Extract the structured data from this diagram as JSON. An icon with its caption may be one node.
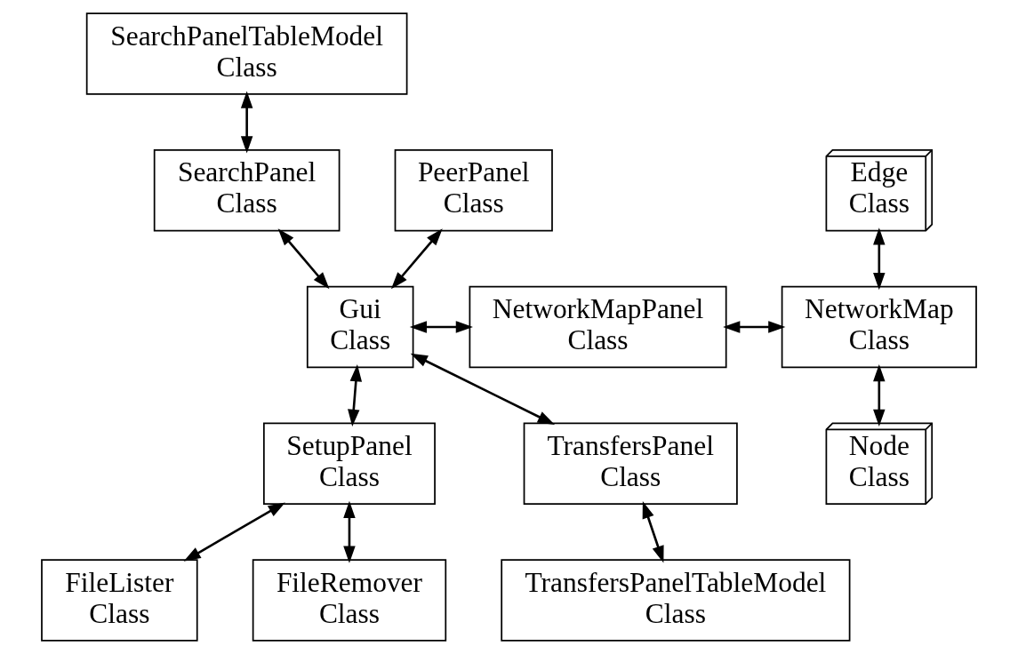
{
  "diagram": {
    "nodes": [
      {
        "text": [
          "SearchPanelTableModel Class"
        ]
      },
      {
        "text": [
          "PeerPanel Class"
        ]
      },
      {
        "text": [
          "SearchPanel Class"
        ]
      },
      {
        "text": [
          "Edge Class"
        ]
      },
      {
        "text": [
          "Gui Class"
        ]
      },
      {
        "text": [
          "NetworkMapPanel Class"
        ]
      },
      {
        "text": [
          "NetworkMap Class"
        ]
      },
      {
        "text": [
          "Node Class"
        ]
      },
      {
        "text": [
          "SetupPanel Class"
        ]
      },
      {
        "text": [
          "TransfersPanel Class"
        ]
      },
      {
        "text": [
          "FileLister Class"
        ]
      },
      {
        "text": [
          "FileRemover Class"
        ]
      },
      {
        "text": [
          "TransfersPanelTableModel Class"
        ]
      }
    ],
    "edges": [
      {
        "from": 0,
        "to": 2,
        "arrow": "both"
      },
      {
        "from": 1,
        "to": 4,
        "arrow": "both"
      },
      {
        "from": 2,
        "to": 4,
        "arrow": "both"
      },
      {
        "from": 4,
        "to": 5,
        "arrow": "both"
      },
      {
        "from": 5,
        "to": 6,
        "arrow": "both"
      },
      {
        "from": 6,
        "to": 3,
        "arrow": "both"
      },
      {
        "from": 6,
        "to": 7,
        "arrow": "both"
      },
      {
        "from": 4,
        "to": 8,
        "arrow": "both"
      },
      {
        "from": 4,
        "to": 9,
        "arrow": "both"
      },
      {
        "from": 8,
        "to": 10,
        "arrow": "both"
      },
      {
        "from": 8,
        "to": 11,
        "arrow": "both"
      },
      {
        "from": 9,
        "to": 12,
        "arrow": "both"
      }
    ]
  }
}
